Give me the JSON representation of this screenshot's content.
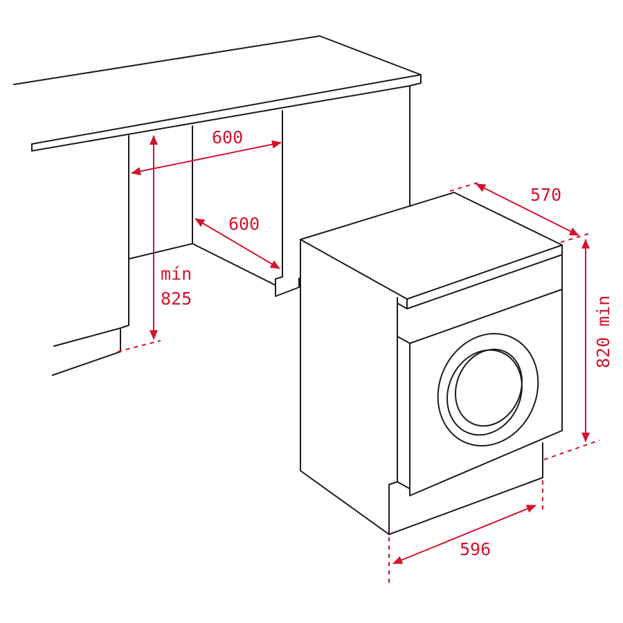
{
  "diagram": {
    "colors": {
      "line": "#1a1a1a",
      "dimension": "#d3122d",
      "background": "#ffffff"
    },
    "labels": {
      "niche_width": "600",
      "niche_depth": "600",
      "niche_height_prefix": "mín",
      "niche_height": "825",
      "machine_depth": "570",
      "machine_height": "820 min",
      "machine_width": "596"
    }
  }
}
